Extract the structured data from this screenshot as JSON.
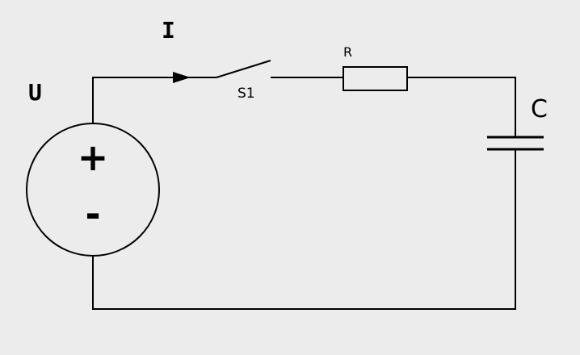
{
  "labels": {
    "voltage": "U",
    "current": "I",
    "switch": "S1",
    "resistor": "R",
    "capacitor": "C",
    "plus": "+",
    "minus": "-"
  }
}
